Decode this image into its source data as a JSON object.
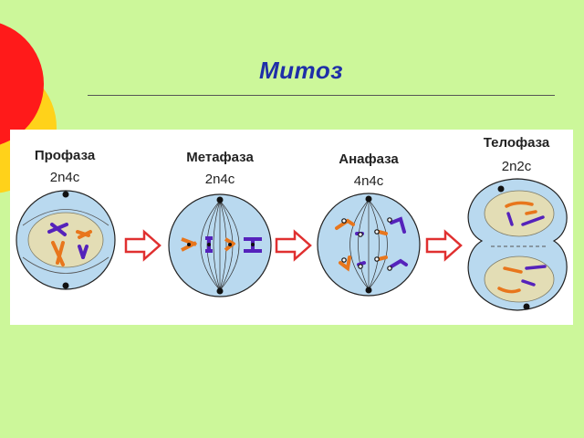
{
  "title": "Митоз",
  "phases": [
    {
      "name": "Профаза",
      "formula": "2n4c"
    },
    {
      "name": "Метафаза",
      "formula": "2n4c"
    },
    {
      "name": "Анафаза",
      "formula": "4n4c"
    },
    {
      "name": "Телофаза",
      "formula": "2n2c"
    }
  ],
  "colors": {
    "background": "#ccf79a",
    "title": "#1f2fa8",
    "cell_fill": "#b9d9ef",
    "nucleus_fill": "#e3ddb5",
    "chromosome_orange": "#e8761c",
    "chromosome_purple": "#5522bb",
    "arrow": "#e03030",
    "deco_red": "#ff1a1a",
    "deco_yellow": "#ffd21a"
  }
}
